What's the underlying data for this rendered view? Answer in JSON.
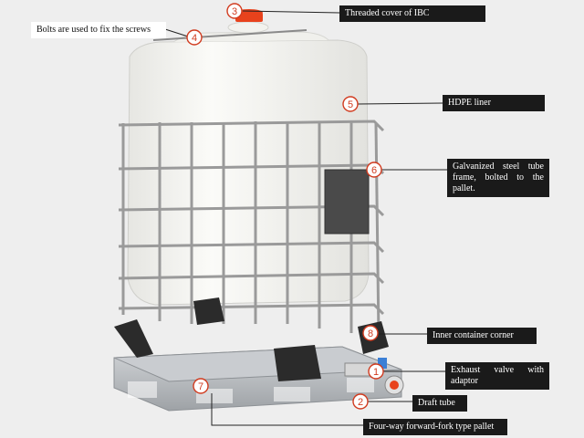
{
  "labels": {
    "threaded_cover": "Threaded cover of IBC",
    "bolts": "Bolts are used to fix the screws",
    "hdpe_liner": "HDPE liner",
    "galvanized_frame": "Galvanized steel tube frame, bolted to the pallet.",
    "inner_corner": "Inner container corner",
    "exhaust_valve": "Exhaust valve with adaptor",
    "draft_tube": "Draft tube",
    "pallet": "Four-way forward-fork type pallet"
  },
  "markers": {
    "m1": "1",
    "m2": "2",
    "m3": "3",
    "m4": "4",
    "m5": "5",
    "m6": "6",
    "m7": "7",
    "m8": "8"
  },
  "colors": {
    "marker_ring": "#d13b1f",
    "marker_text": "#d13b1f",
    "cover": "#e8421c",
    "valve_blue": "#3b7fd6",
    "liner": "#f7f7f4",
    "frame": "#9a9a9a",
    "pallet": "#b9bcbf",
    "label_bg": "#1a1a1a"
  }
}
